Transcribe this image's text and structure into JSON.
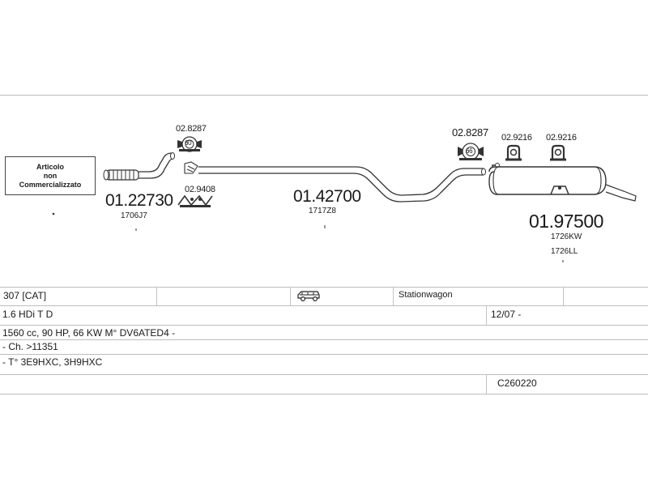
{
  "note_box": {
    "line1": "Articolo",
    "line2": "non",
    "line3": "Commercializzato"
  },
  "parts": {
    "front_pipe": {
      "code": "01.22730",
      "ref": "1706J7"
    },
    "middle_pipe": {
      "code": "01.42700",
      "ref": "1717Z8"
    },
    "rear_silencer": {
      "code": "01.97500",
      "ref1": "1726KW",
      "ref2": "1726LL"
    },
    "clamp_front": {
      "code": "02.8287",
      "symbol": "60"
    },
    "clamp_rear": {
      "code": "02.8287",
      "symbol": "66"
    },
    "bracket_front": {
      "code": "02.9408"
    },
    "hanger_1": {
      "code": "02.9216"
    },
    "hanger_2": {
      "code": "02.9216"
    }
  },
  "table": {
    "model": "307  [CAT]",
    "body_type": "Stationwagon",
    "engine": "1.6 HDi T D",
    "date": "12/07 -",
    "spec": "1560 cc, 90 HP, 66 KW  M° DV6ATED4 -",
    "chassis": "- Ch. >11351",
    "type_codes": "- T° 3E9HXC, 3H9HXC",
    "catalog_code": "C260220"
  }
}
